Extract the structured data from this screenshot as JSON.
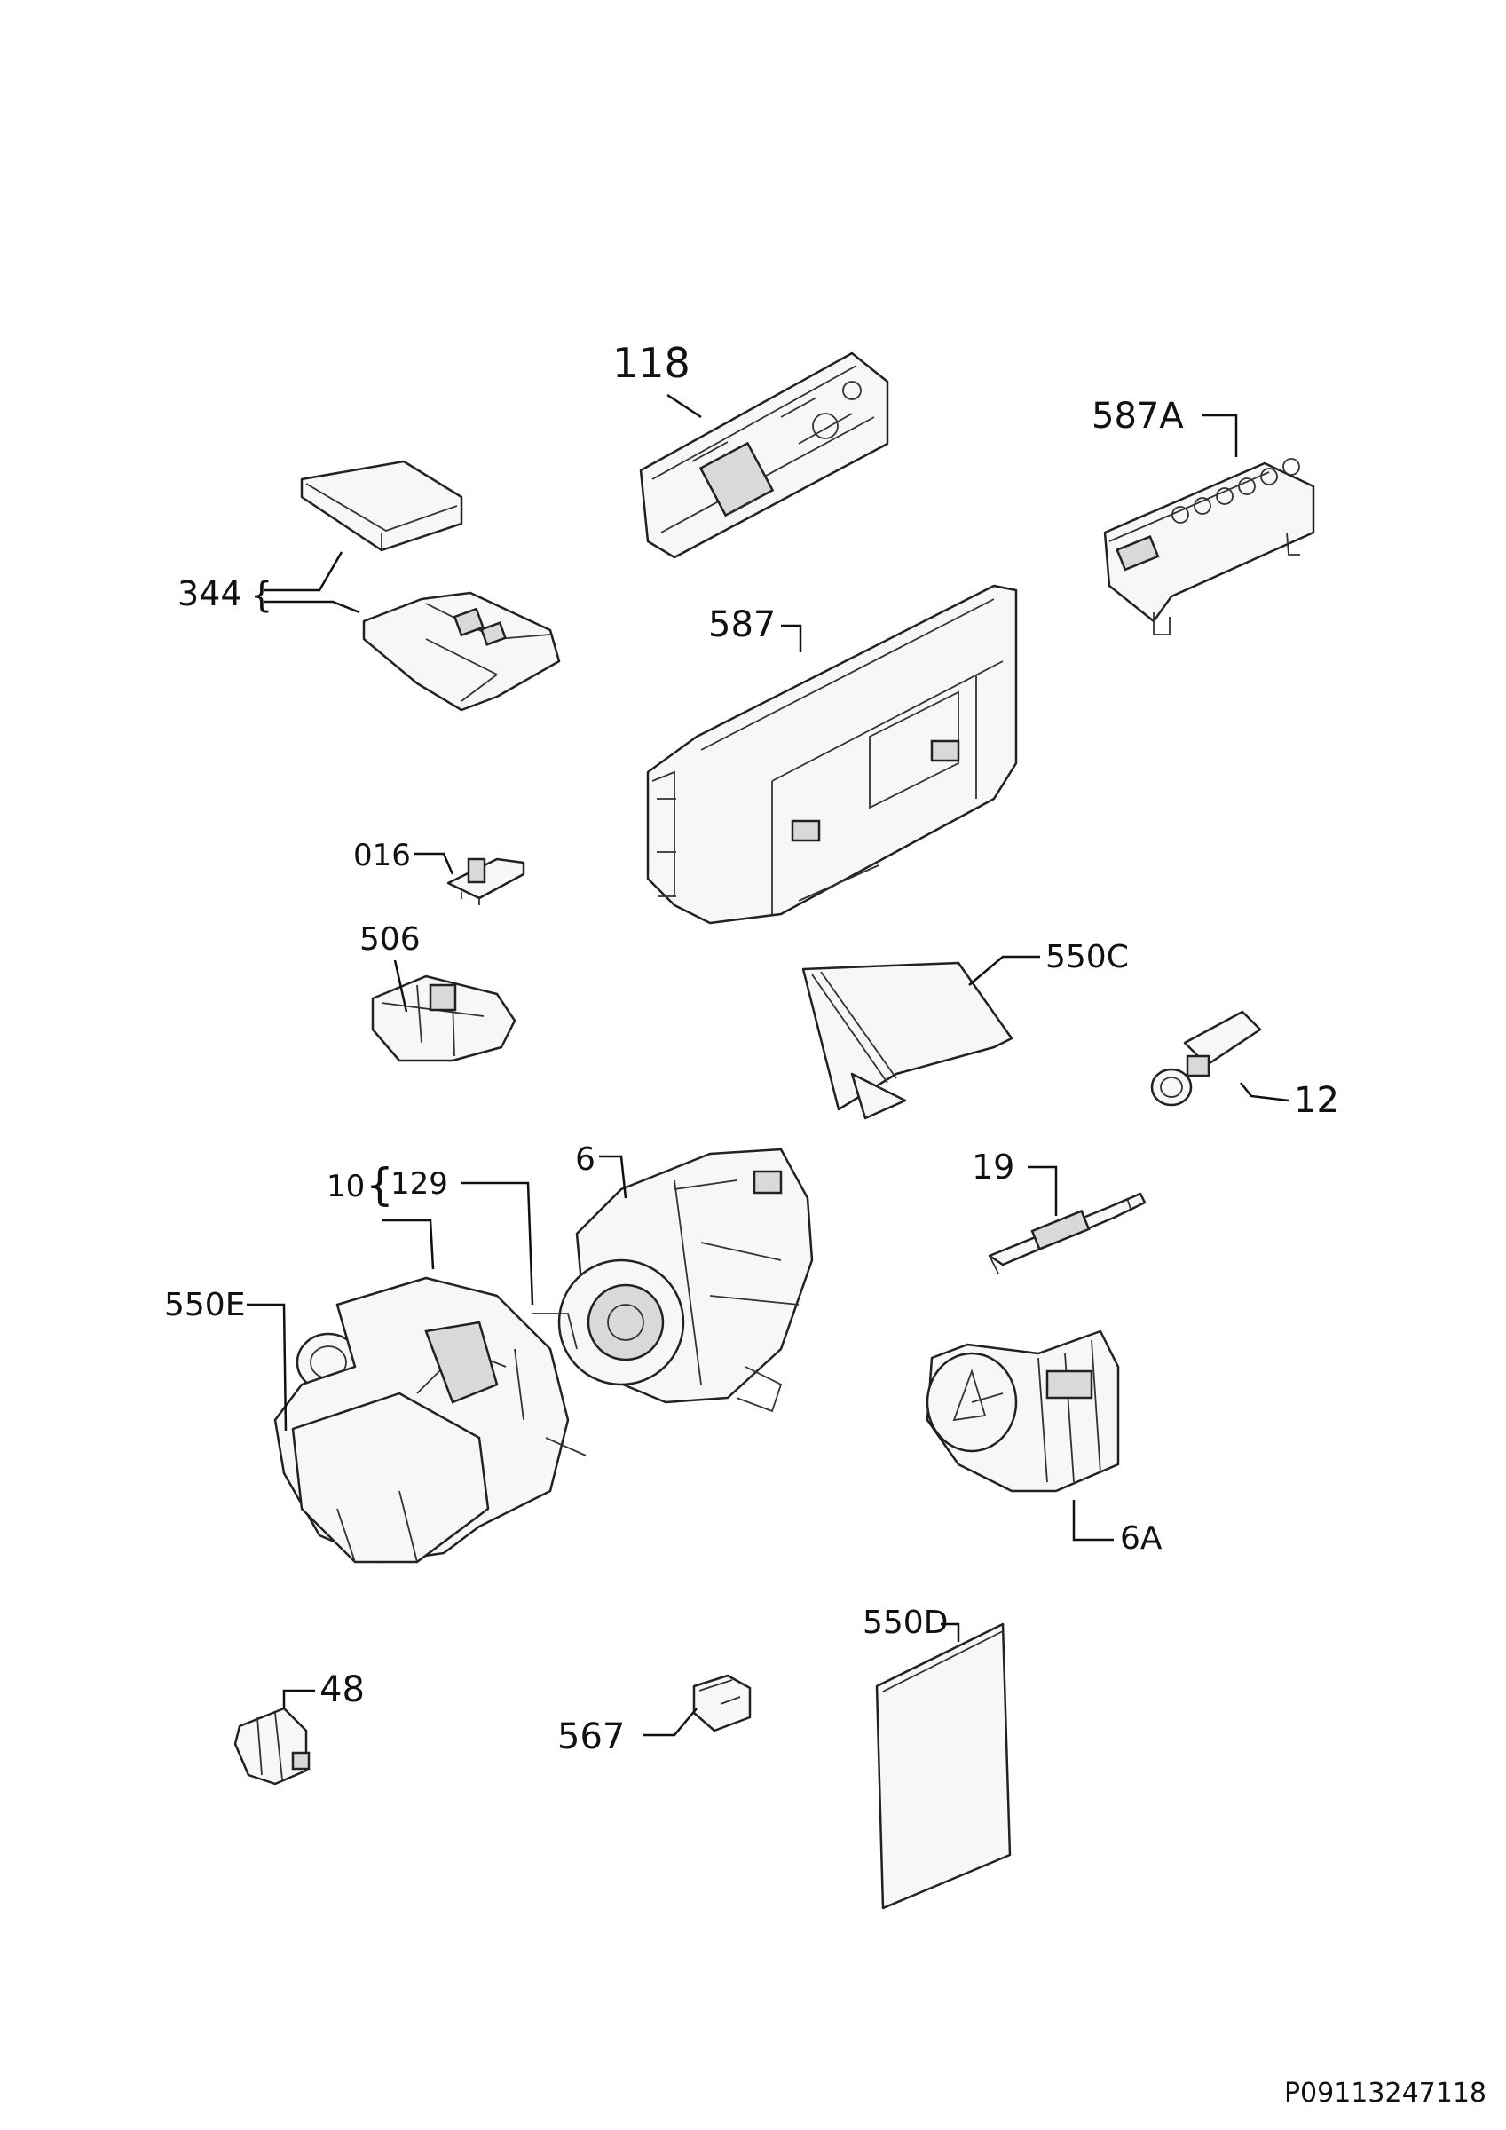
{
  "labels": {
    "p118": "118",
    "p587A": "587A",
    "p344": "344",
    "p587": "587",
    "p016": "016",
    "p506": "506",
    "p550C": "550C",
    "p12": "12",
    "p6": "6",
    "p10": "10",
    "p129": "129",
    "p19": "19",
    "p550E": "550E",
    "p6A": "6A",
    "p550D": "550D",
    "p48": "48",
    "p567": "567"
  },
  "footer_code": "P09113247118"
}
